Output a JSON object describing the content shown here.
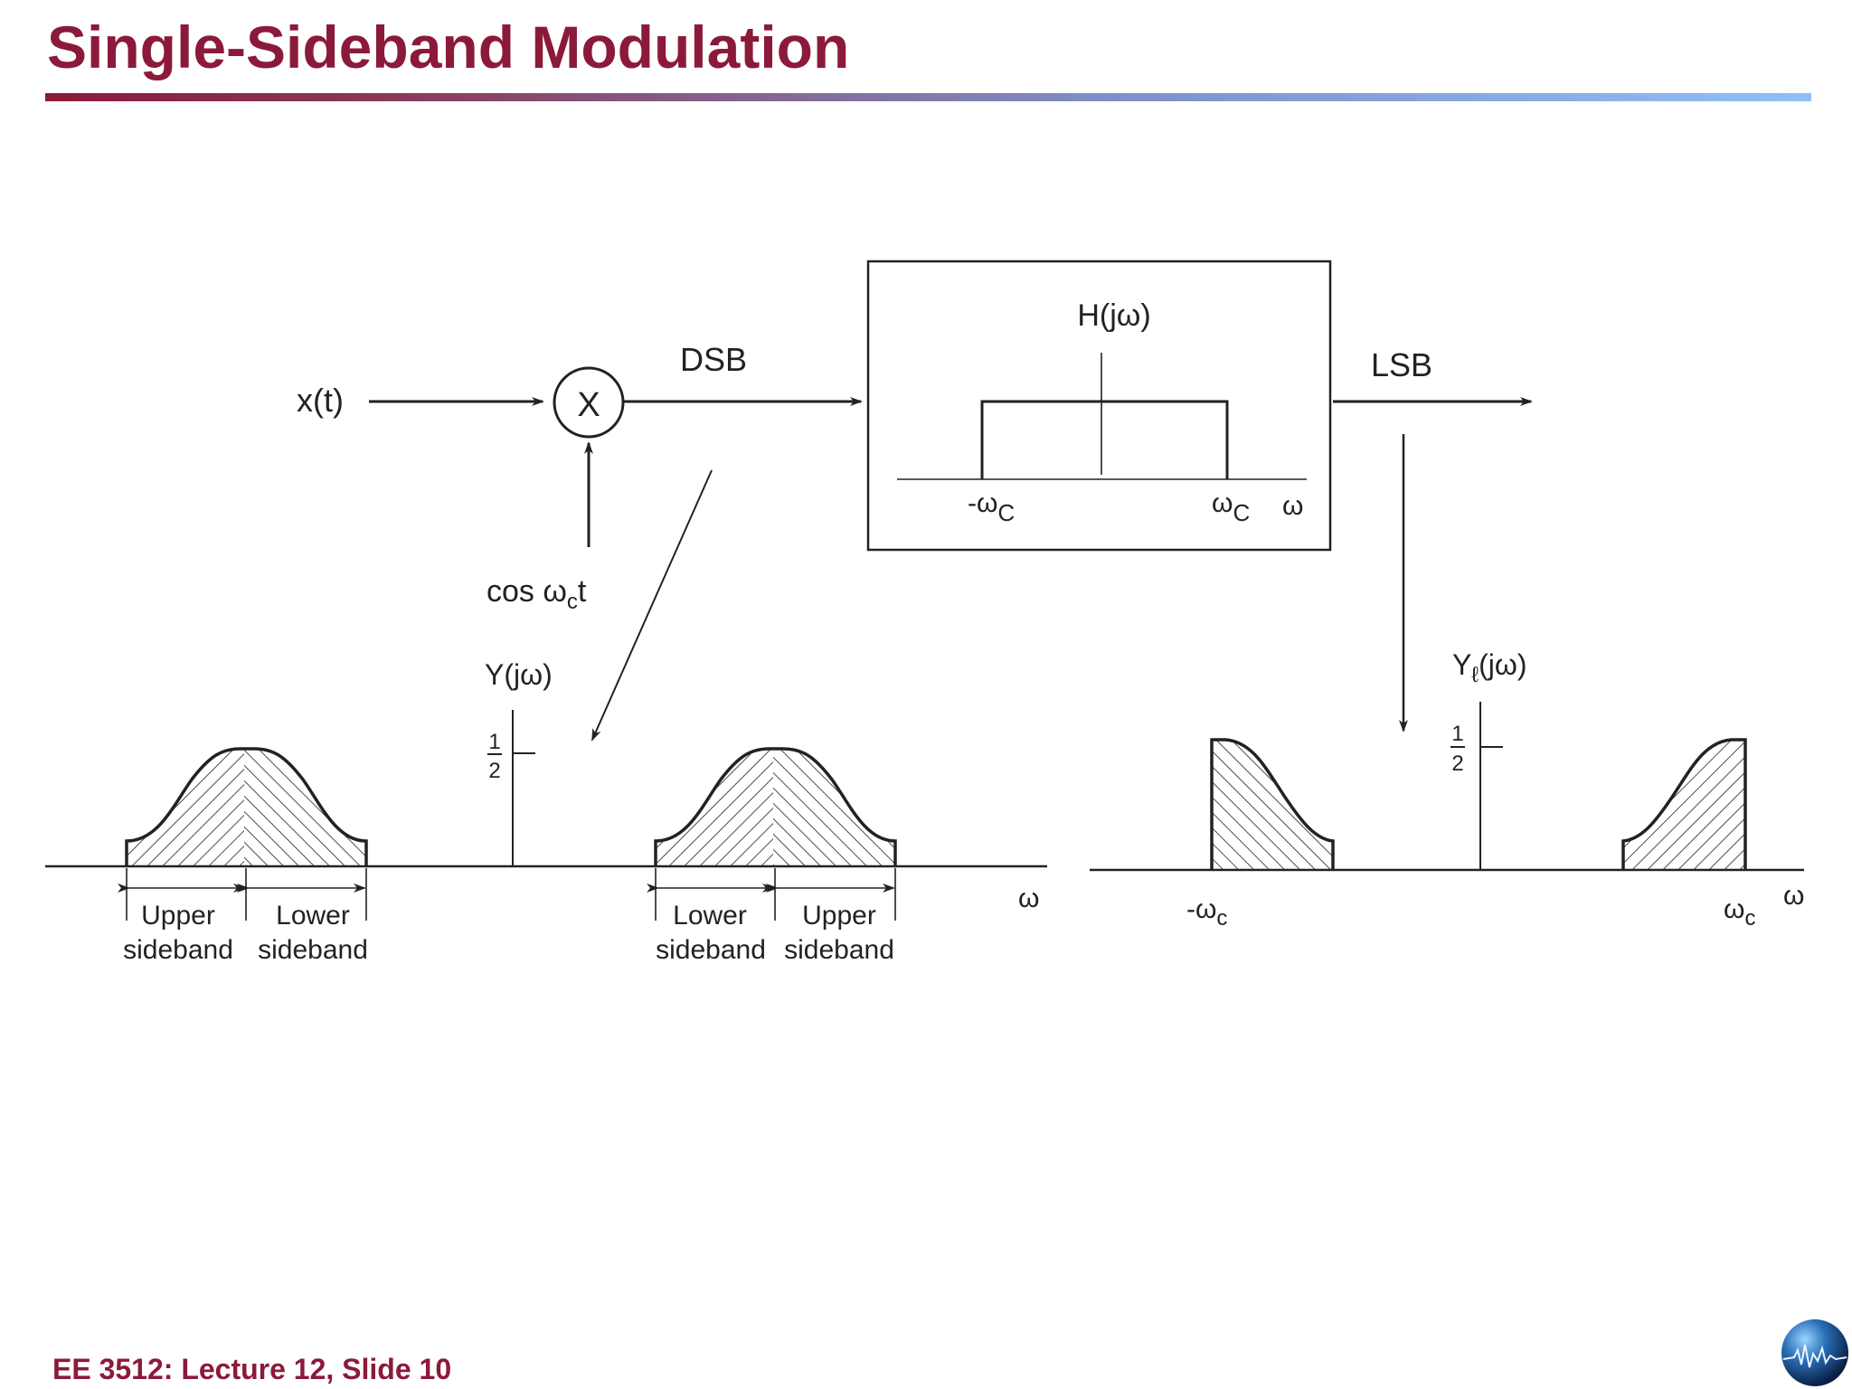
{
  "slide": {
    "title": "Single-Sideband Modulation",
    "footer": "EE 3512: Lecture 12, Slide 10"
  },
  "block_diagram": {
    "input_label": "x(t)",
    "multiplier_symbol": "X",
    "carrier_label": "cos ω",
    "carrier_subscript": "c",
    "carrier_suffix": "t",
    "dsb_label": "DSB",
    "lsb_label": "LSB",
    "filter": {
      "label": "H(jω)",
      "neg_cutoff": "-ω",
      "pos_cutoff": "ω",
      "cutoff_subscript": "C",
      "axis_label": "ω"
    }
  },
  "dsb_spectrum": {
    "ylabel": "Y(jω)",
    "half_num": "1",
    "half_den": "2",
    "axis_label": "ω",
    "left_lobe_left": "Upper",
    "left_lobe_left_2": "sideband",
    "left_lobe_right": "Lower",
    "left_lobe_right_2": "sideband",
    "right_lobe_left": "Lower",
    "right_lobe_left_2": "sideband",
    "right_lobe_right": "Upper",
    "right_lobe_right_2": "sideband"
  },
  "lsb_spectrum": {
    "ylabel_main": "Y",
    "ylabel_sub": "ℓ",
    "ylabel_suffix": "(jω)",
    "half_num": "1",
    "half_den": "2",
    "neg_carrier": "-ω",
    "pos_carrier": "ω",
    "carrier_subscript": "c",
    "axis_label": "ω"
  },
  "colors": {
    "title": "#8b1a3a",
    "ink": "#222222"
  }
}
